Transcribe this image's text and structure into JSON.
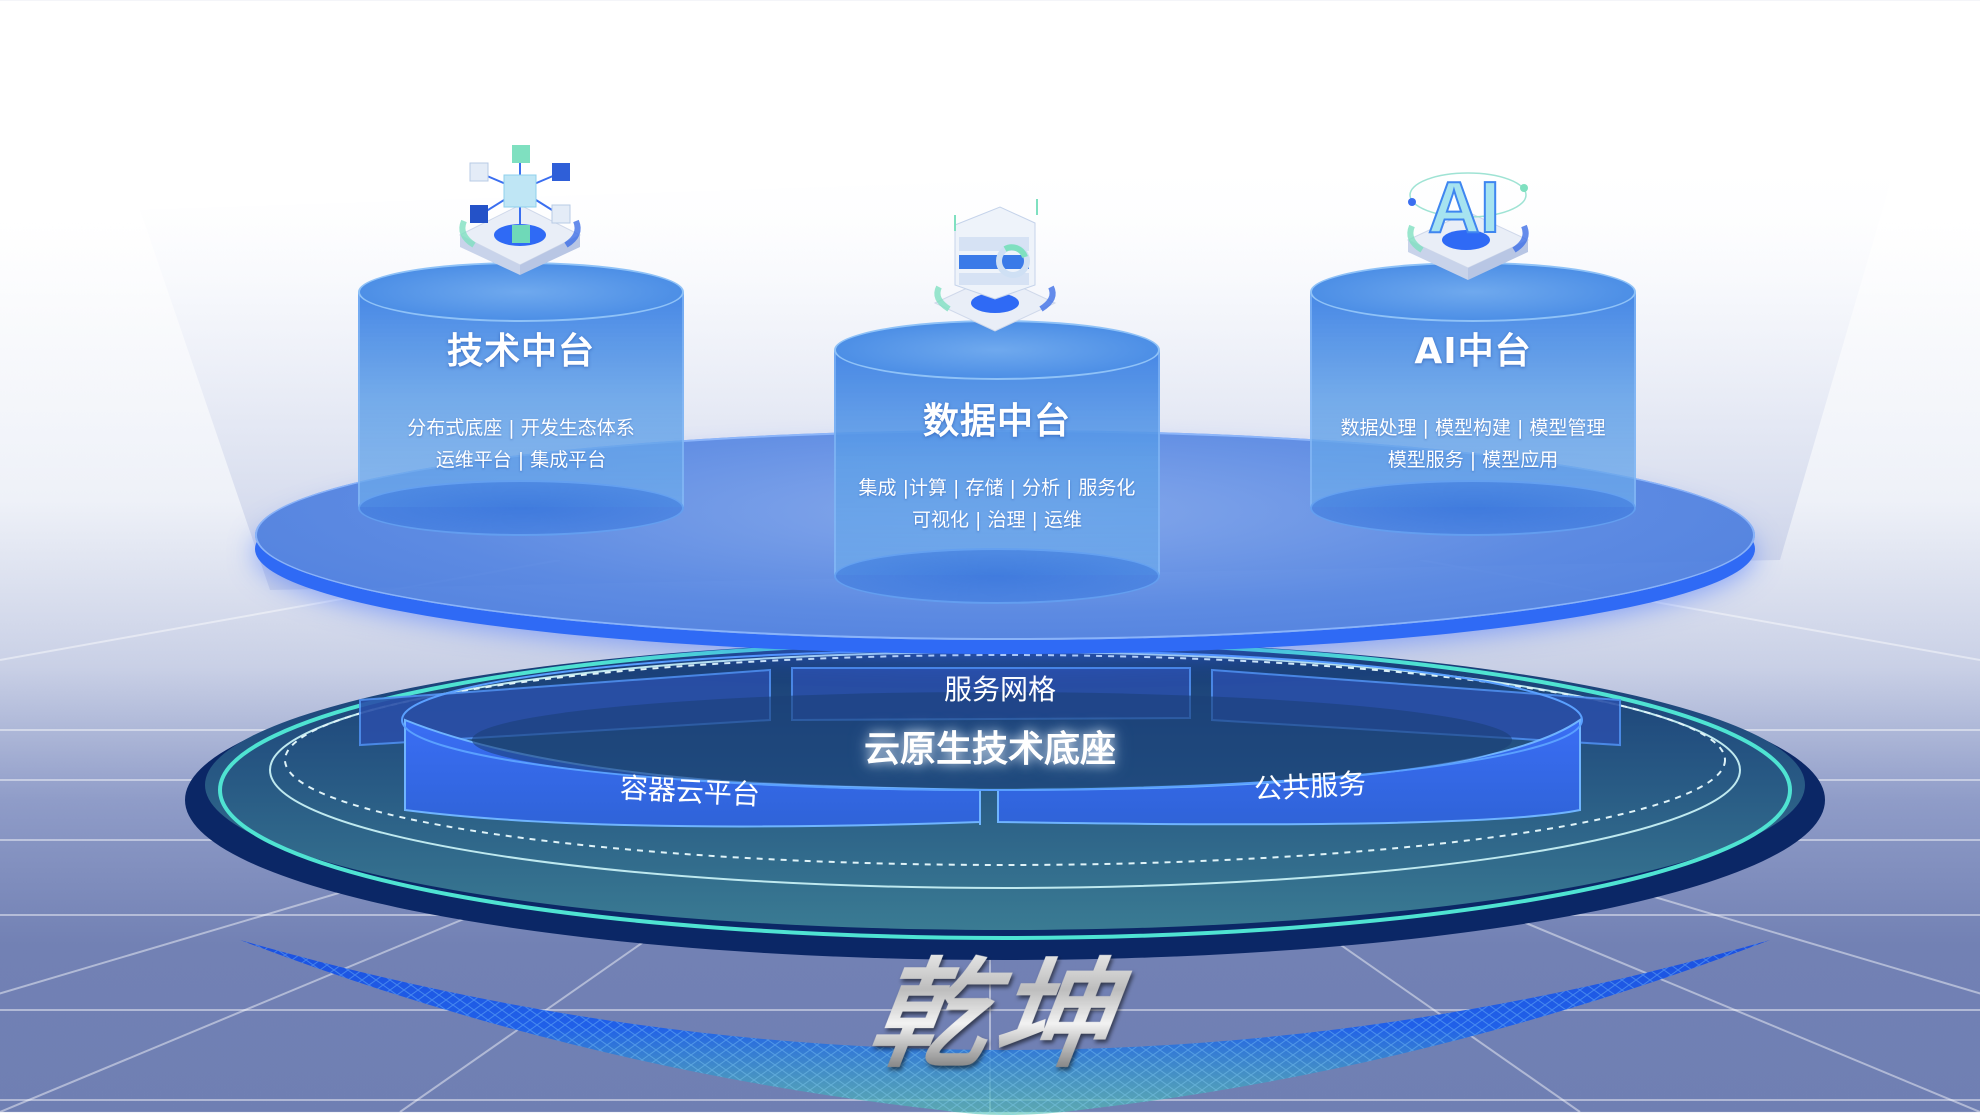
{
  "diagram": {
    "upper_layer": {
      "modules": [
        {
          "id": "tech",
          "title": "技术中台",
          "icon": "network-cubes-icon",
          "desc_lines": [
            "分布式底座 | 开发生态体系",
            "运维平台  |  集成平台"
          ]
        },
        {
          "id": "data",
          "title": "数据中台",
          "icon": "server-stack-icon",
          "desc_lines": [
            "集成 |计算 | 存储 | 分析 | 服务化",
            "可视化 | 治理 | 运维"
          ]
        },
        {
          "id": "ai",
          "title": "AI中台",
          "icon": "ai-letters-icon",
          "desc_lines": [
            "数据处理 | 模型构建 | 模型管理",
            "模型服务 | 模型应用"
          ]
        }
      ]
    },
    "base_layer": {
      "title": "云原生技术底座",
      "segments": {
        "back": "服务网格",
        "front_left": "容器云平台",
        "front_right": "公共服务"
      }
    },
    "logo_text": "乾坤"
  },
  "colors": {
    "primary_blue": "#3b7fe0",
    "bright_blue": "#2f6af5",
    "base_dark": "#0d2a6b",
    "base_teal": "#2f6e8a",
    "accent_cyan": "#4fe3d2",
    "floor": "#6f7fb3"
  }
}
